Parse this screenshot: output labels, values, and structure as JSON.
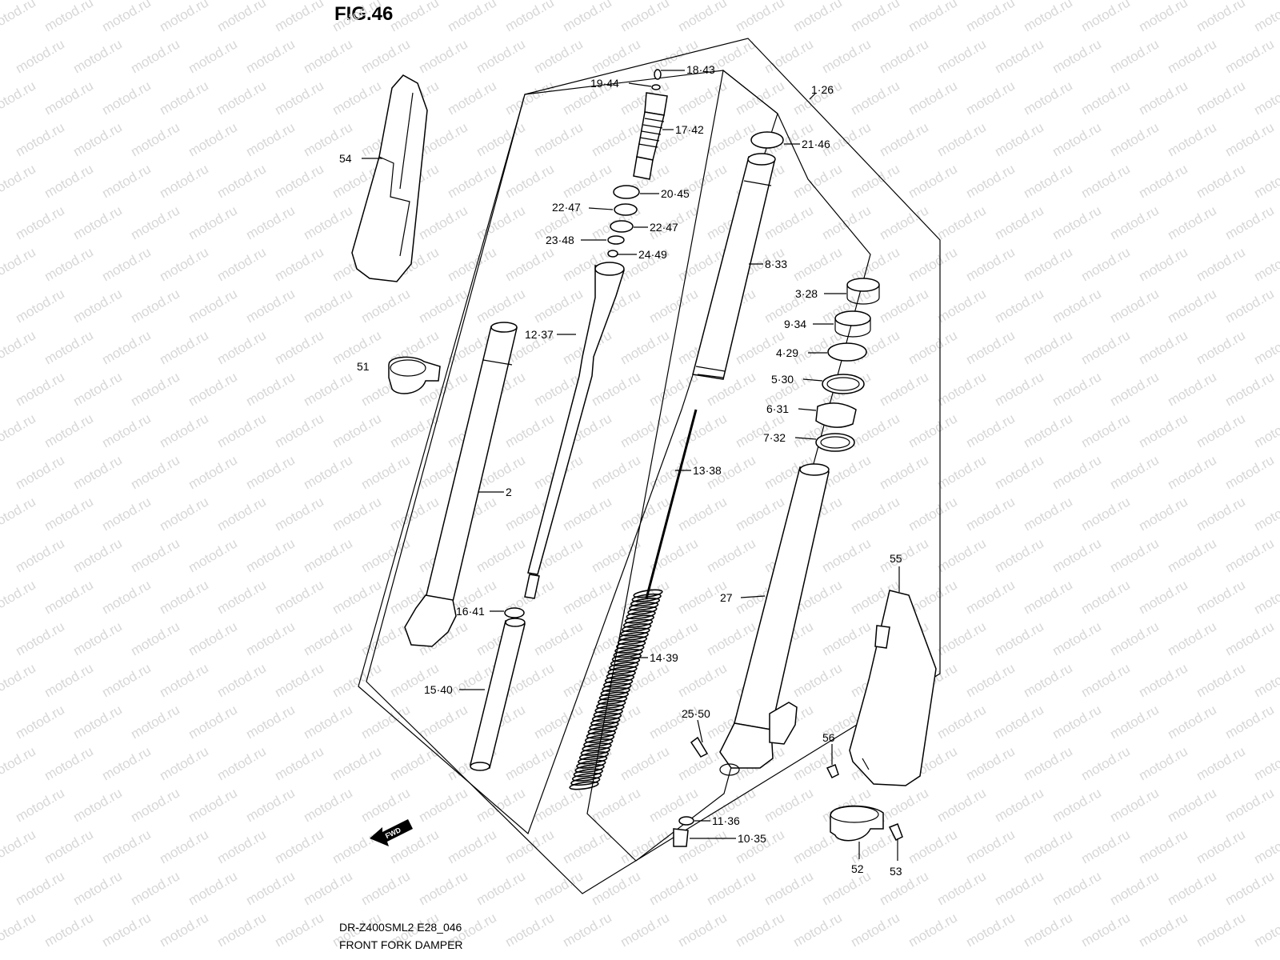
{
  "figure": {
    "title": "FIG.46",
    "model_code": "DR-Z400SML2 E28_046",
    "caption": "FRONT FORK DAMPER",
    "watermark": "motod.ru",
    "fwd_label": "FWD"
  },
  "callouts": [
    {
      "id": "c-18-43",
      "text": "18·43"
    },
    {
      "id": "c-19-44",
      "text": "19·44"
    },
    {
      "id": "c-1-26",
      "text": "1·26"
    },
    {
      "id": "c-17-42",
      "text": "17·42"
    },
    {
      "id": "c-21-46",
      "text": "21·46"
    },
    {
      "id": "c-54",
      "text": "54"
    },
    {
      "id": "c-20-45",
      "text": "20·45"
    },
    {
      "id": "c-22-47a",
      "text": "22·47"
    },
    {
      "id": "c-22-47b",
      "text": "22·47"
    },
    {
      "id": "c-23-48",
      "text": "23·48"
    },
    {
      "id": "c-24-49",
      "text": "24·49"
    },
    {
      "id": "c-8-33",
      "text": "8·33"
    },
    {
      "id": "c-3-28",
      "text": "3·28"
    },
    {
      "id": "c-9-34",
      "text": "9·34"
    },
    {
      "id": "c-12-37",
      "text": "12·37"
    },
    {
      "id": "c-4-29",
      "text": "4·29"
    },
    {
      "id": "c-51",
      "text": "51"
    },
    {
      "id": "c-5-30",
      "text": "5·30"
    },
    {
      "id": "c-6-31",
      "text": "6·31"
    },
    {
      "id": "c-7-32",
      "text": "7·32"
    },
    {
      "id": "c-13-38",
      "text": "13·38"
    },
    {
      "id": "c-2",
      "text": "2"
    },
    {
      "id": "c-55",
      "text": "55"
    },
    {
      "id": "c-27",
      "text": "27"
    },
    {
      "id": "c-16-41",
      "text": "16·41"
    },
    {
      "id": "c-14-39",
      "text": "14·39"
    },
    {
      "id": "c-15-40",
      "text": "15·40"
    },
    {
      "id": "c-25-50",
      "text": "25·50"
    },
    {
      "id": "c-56",
      "text": "56"
    },
    {
      "id": "c-11-36",
      "text": "11·36"
    },
    {
      "id": "c-10-35",
      "text": "10·35"
    },
    {
      "id": "c-52",
      "text": "52"
    },
    {
      "id": "c-53",
      "text": "53"
    }
  ]
}
